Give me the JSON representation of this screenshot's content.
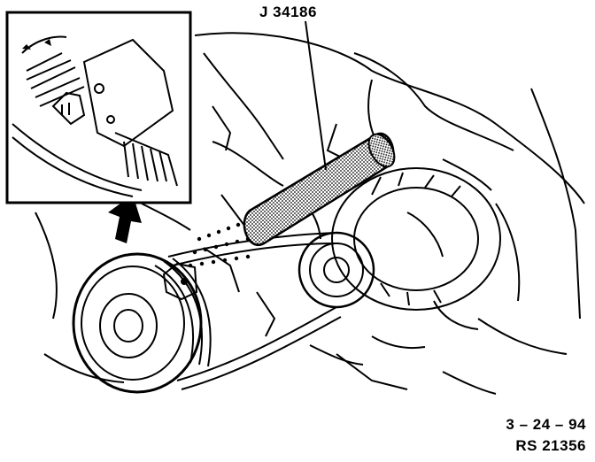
{
  "labels": {
    "tool_number": "J 34186",
    "date_code": "3 – 24 – 94",
    "reference": "RS 21356"
  },
  "colors": {
    "ink": "#000000",
    "paper": "#ffffff"
  },
  "icons": {
    "arrow": "callout-arrow",
    "dots": "flow-dots"
  }
}
